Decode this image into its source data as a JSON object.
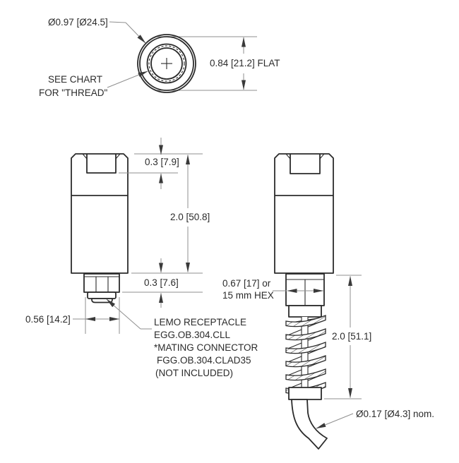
{
  "top_view": {
    "outer_diameter": "Ø0.97 [Ø24.5]",
    "thread_note": [
      "SEE CHART",
      "FOR \"THREAD\""
    ],
    "flat_width": "0.84 [21.2] FLAT"
  },
  "front_view": {
    "cap_height": "0.3 [7.9]",
    "body_height": "2.0 [50.8]",
    "nut_height": "0.3 [7.6]",
    "receptacle_width": "0.56 [14.2]",
    "receptacle_note": [
      "LEMO RECEPTACLE",
      "EGG.OB.304.CLL",
      "*MATING CONNECTOR",
      "FGG.OB.304.CLAD35",
      "(NOT INCLUDED)"
    ]
  },
  "side_view": {
    "hex_size": [
      "0.67 [17] or",
      "15 mm HEX"
    ],
    "strain_relief_length": "2.0 [51.1]",
    "cable_diameter": "Ø0.17 [Ø4.3] nom."
  },
  "colors": {
    "object_line": "#2b2b2b",
    "dimension_line": "#8f8f8f",
    "background": "#ffffff"
  }
}
